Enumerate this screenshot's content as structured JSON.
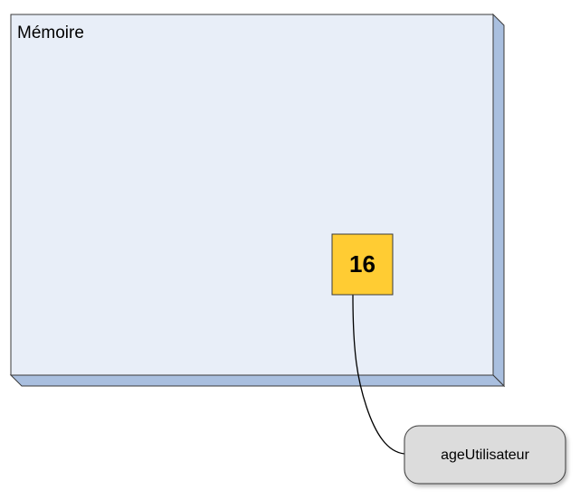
{
  "memory": {
    "label": "Mémoire"
  },
  "variable": {
    "value": "16",
    "name": "ageUtilisateur"
  },
  "colors": {
    "memory_face": "#e8eef8",
    "memory_depth": "#a9bfdf",
    "memory_border": "#3a3a3a",
    "value_fill": "#ffcc33",
    "variable_pill": "#dcdcdc"
  }
}
